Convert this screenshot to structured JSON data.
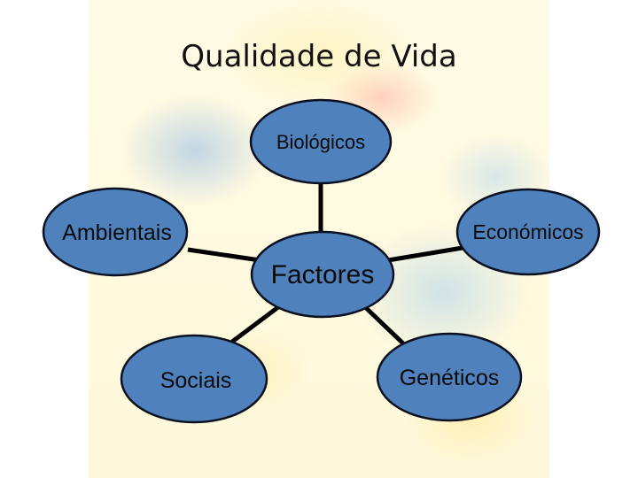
{
  "title": "Qualidade de Vida",
  "colors": {
    "node_fill": "#4f81bd",
    "node_stroke": "#0b1020",
    "connector": "#000000",
    "background_tint": "#fff7d6"
  },
  "diagram": {
    "center": "Factores",
    "nodes": [
      {
        "id": "biologicos",
        "label": "Biológicos"
      },
      {
        "id": "ambientais",
        "label": "Ambientais"
      },
      {
        "id": "economicos",
        "label": "Económicos"
      },
      {
        "id": "sociais",
        "label": "Sociais"
      },
      {
        "id": "geneticos",
        "label": "Genéticos"
      }
    ]
  }
}
